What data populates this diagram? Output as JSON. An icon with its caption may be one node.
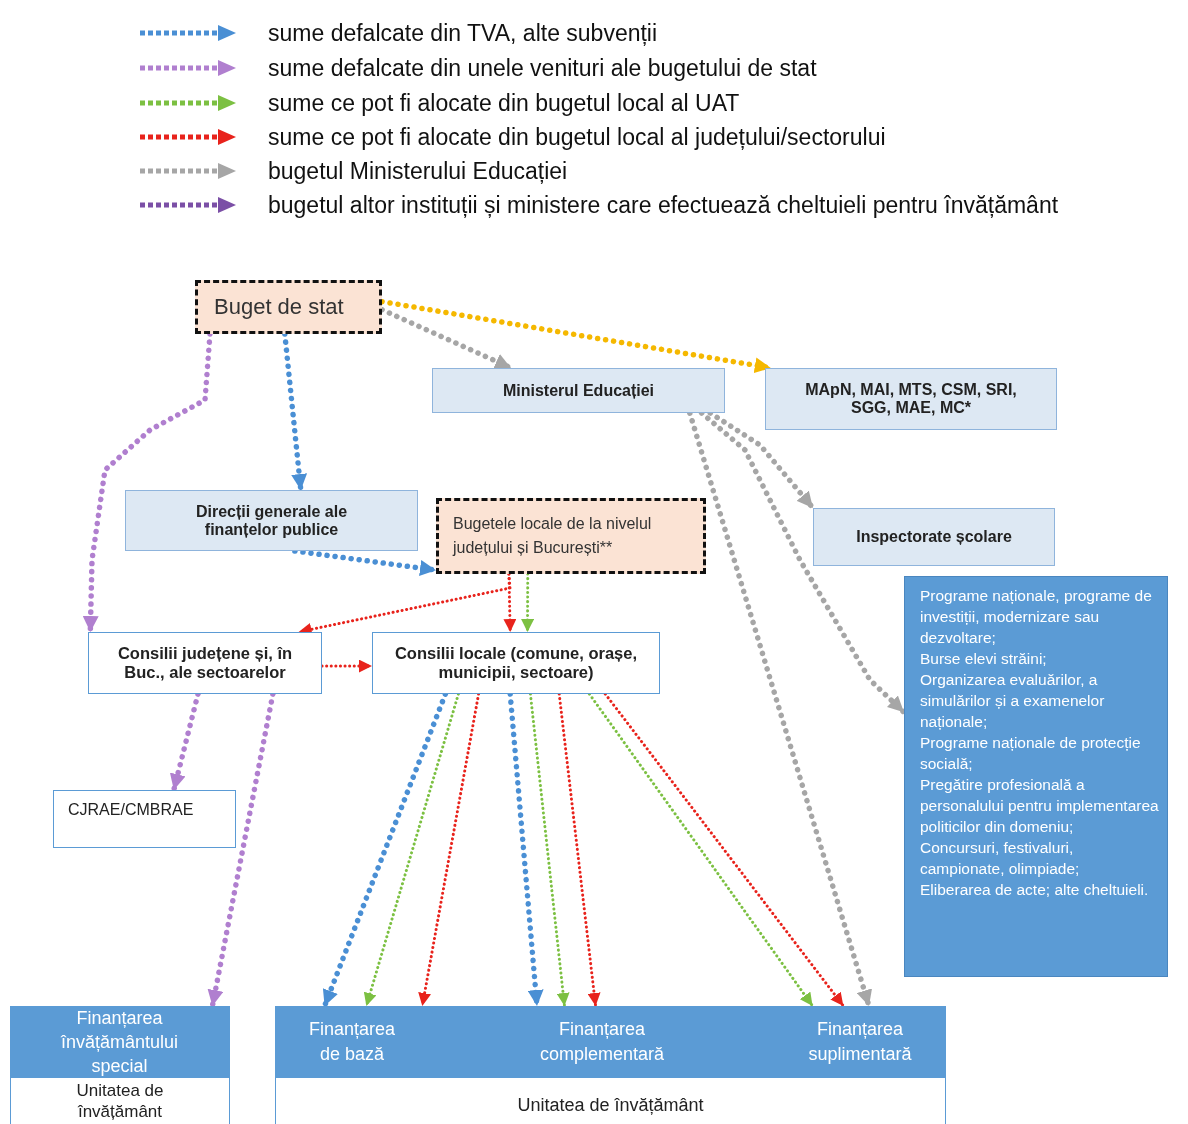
{
  "diagram": {
    "nodes": [
      {
        "text": [
          "Buget de stat"
        ]
      },
      {
        "text": [
          "Ministerul Educației"
        ]
      },
      {
        "text": [
          "MApN, MAI, MTS, CSM, SRI, SGG, MAE, MC*"
        ]
      },
      {
        "text": [
          "Direcții generale ale finanțelor publice"
        ]
      },
      {
        "text": [
          "Bugetele locale de la nivelul județului și București**"
        ]
      },
      {
        "text": [
          "Inspectorate școlare"
        ]
      },
      {
        "text": [
          "Programe naționale, programe de investiții, modernizare sau dezvoltare;",
          "Burse elevi străini;",
          "Organizarea evaluărilor, a simulărilor și a examenelor naționale;",
          "Programe naționale de protecție socială;",
          "Pregătire profesională a personalului pentru implementarea politicilor din domeniu;",
          "Concursuri, festivaluri, campionate, olimpiade;",
          "Eliberarea de acte; alte cheltuieli."
        ]
      },
      {
        "text": [
          "Consilii județene și, în Buc., ale sectoarelor"
        ]
      },
      {
        "text": [
          "Consilii locale (comune, orașe, municipii, sectoare)"
        ]
      },
      {
        "text": [
          "CJRAE/CMBRAE"
        ]
      },
      {
        "text": [
          "Unitatea de învățământ"
        ]
      },
      {
        "text": [
          "Finanțarea învățământului special"
        ],
        "in": 10
      },
      {
        "text": [
          "Unitatea de învățământ"
        ]
      },
      {
        "text": [
          "Finanțarea de bază"
        ],
        "in": 12
      },
      {
        "text": [
          "Finanțarea complementară"
        ],
        "in": 12
      },
      {
        "text": [
          "Finanțarea suplimentară"
        ],
        "in": 12
      }
    ],
    "edges": [
      {
        "from": 0,
        "to": 1,
        "arrow": "to",
        "color": "#a6a6a6"
      },
      {
        "from": 0,
        "to": 2,
        "arrow": "to",
        "color": "#f5b800"
      },
      {
        "from": 0,
        "to": 3,
        "arrow": "to",
        "color": "#4a8fd4"
      },
      {
        "from": 0,
        "to": 7,
        "arrow": "to",
        "color": "#b07fcf"
      },
      {
        "from": 3,
        "to": 4,
        "arrow": "to",
        "color": "#4a8fd4"
      },
      {
        "from": 4,
        "to": 7,
        "arrow": "to",
        "color": "#e8231c"
      },
      {
        "from": 4,
        "to": 8,
        "arrow": "to",
        "color": "#e8231c"
      },
      {
        "from": 4,
        "to": 8,
        "arrow": "to",
        "color": "#7cc042"
      },
      {
        "from": 7,
        "to": 8,
        "arrow": "to",
        "color": "#e8231c"
      },
      {
        "from": 7,
        "to": 9,
        "arrow": "to",
        "color": "#b07fcf"
      },
      {
        "from": 7,
        "to": 11,
        "arrow": "to",
        "color": "#b07fcf"
      },
      {
        "from": 1,
        "to": 5,
        "arrow": "to",
        "color": "#a6a6a6"
      },
      {
        "from": 1,
        "to": 6,
        "arrow": "to",
        "color": "#a6a6a6"
      },
      {
        "from": 1,
        "to": 15,
        "arrow": "to",
        "color": "#a6a6a6"
      },
      {
        "from": 8,
        "to": 13,
        "arrow": "to",
        "color": "#4a8fd4"
      },
      {
        "from": 8,
        "to": 13,
        "arrow": "to",
        "color": "#7cc042"
      },
      {
        "from": 8,
        "to": 13,
        "arrow": "to",
        "color": "#e8231c"
      },
      {
        "from": 8,
        "to": 14,
        "arrow": "to",
        "color": "#4a8fd4"
      },
      {
        "from": 8,
        "to": 14,
        "arrow": "to",
        "color": "#7cc042"
      },
      {
        "from": 8,
        "to": 14,
        "arrow": "to",
        "color": "#e8231c"
      },
      {
        "from": 8,
        "to": 15,
        "arrow": "to",
        "color": "#7cc042"
      },
      {
        "from": 8,
        "to": 15,
        "arrow": "to",
        "color": "#e8231c"
      }
    ],
    "legend": [
      {
        "text": "sume defalcate din TVA, alte subvenții",
        "color": "#4a8fd4"
      },
      {
        "text": "sume defalcate din unele venituri ale bugetului de stat",
        "color": "#b07fcf"
      },
      {
        "text": "sume ce pot fi alocate din bugetul local al UAT",
        "color": "#7cc042"
      },
      {
        "text": "sume ce pot fi alocate din bugetul local al județului/sectorului",
        "color": "#e8231c"
      },
      {
        "text": "bugetul Ministerului Educației",
        "color": "#a6a6a6"
      },
      {
        "text": "bugetul altor instituții și ministere care efectuează cheltuieli pentru învățământ",
        "color": "#7b4fa6"
      }
    ]
  }
}
